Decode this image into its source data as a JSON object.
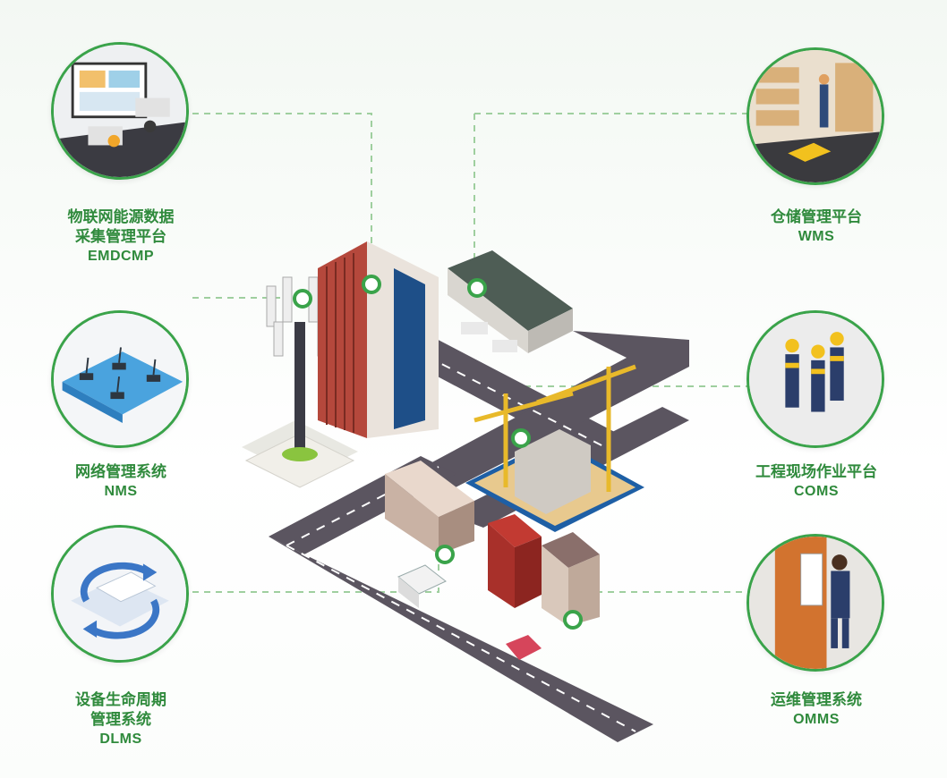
{
  "systems": [
    {
      "name_line1": "物联网能源数据",
      "name_line2": "采集管理平台",
      "abbr": "EMDCMP",
      "icon": "control-room-icon"
    },
    {
      "name_line1": "网络管理系统",
      "name_line2": "",
      "abbr": "NMS",
      "icon": "network-routers-icon"
    },
    {
      "name_line1": "设备生命周期",
      "name_line2": "管理系统",
      "abbr": "DLMS",
      "icon": "lifecycle-cycle-icon"
    },
    {
      "name_line1": "仓储管理平台",
      "name_line2": "",
      "abbr": "WMS",
      "icon": "warehouse-icon"
    },
    {
      "name_line1": "工程现场作业平台",
      "name_line2": "",
      "abbr": "COMS",
      "icon": "field-workers-icon"
    },
    {
      "name_line1": "运维管理系统",
      "name_line2": "",
      "abbr": "OMMS",
      "icon": "maintenance-technician-icon"
    }
  ],
  "colors": {
    "accent": "#3aa34a",
    "road": "#5b5560",
    "building_red": "#b5483c",
    "crane": "#e8b92a"
  }
}
